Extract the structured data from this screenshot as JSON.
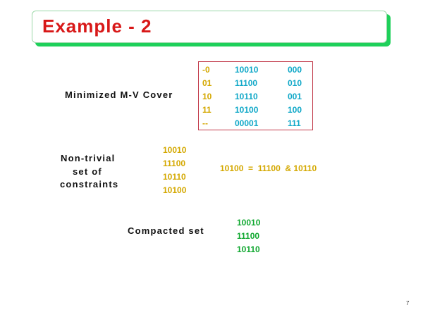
{
  "title": "Example - 2",
  "mv_cover": {
    "label": "Minimized M-V Cover",
    "col1": [
      "-0",
      "01",
      "10",
      "11",
      "--"
    ],
    "col2": [
      "10010",
      "11100",
      "10110",
      "10100",
      "00001"
    ],
    "col3": [
      "000",
      "010",
      "001",
      "100",
      "111"
    ]
  },
  "constraints": {
    "label_lines": [
      "Non-trivial",
      "set of",
      "constraints"
    ],
    "values": [
      "10010",
      "11100",
      "10110",
      "10100"
    ],
    "equation": "10100  =  11100  & 10110"
  },
  "compacted": {
    "label": "Compacted set",
    "values": [
      "10010",
      "11100",
      "10110"
    ]
  },
  "page_number": "7",
  "colors": {
    "title": "#d81818",
    "title_shadow": "#1ed05a",
    "box_border": "#c23a4a",
    "yellow": "#d4a800",
    "cyan": "#10a8c8",
    "green": "#10a830"
  }
}
